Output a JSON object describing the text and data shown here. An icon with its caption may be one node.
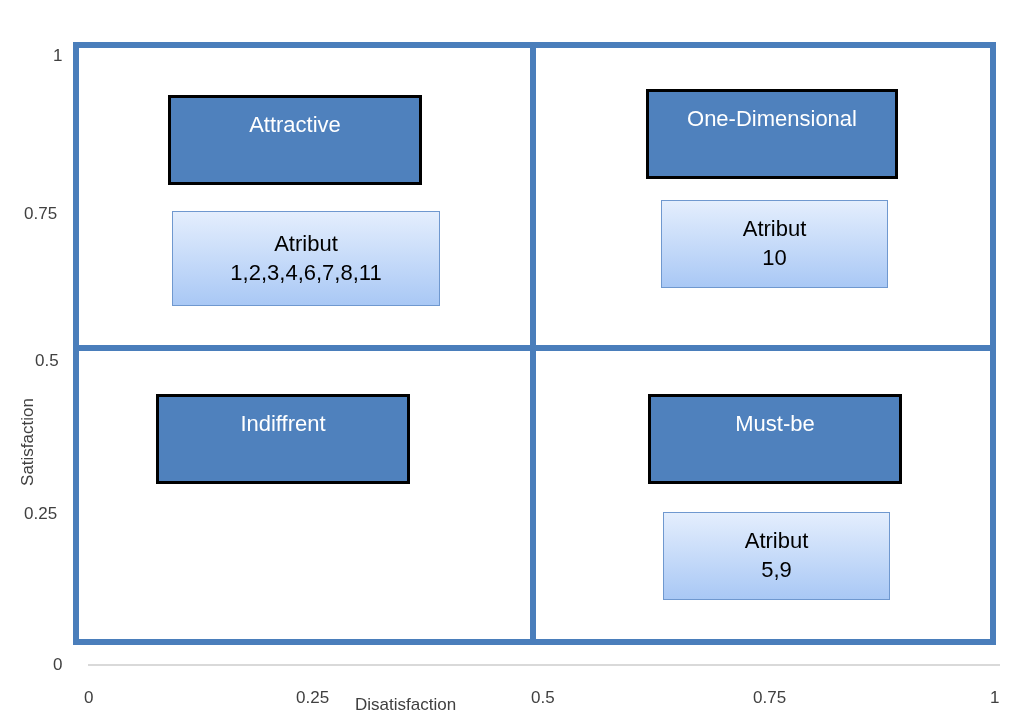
{
  "diagram": {
    "nodes": [
      {
        "text": [
          "Attractive"
        ]
      },
      {
        "text": [
          "Atribut 1,2,3,4,6,7,8,11"
        ]
      },
      {
        "text": [
          "One-Dimensional"
        ]
      },
      {
        "text": [
          "Atribut 10"
        ]
      },
      {
        "text": [
          "Indiffrent"
        ]
      },
      {
        "text": [
          "Must-be"
        ]
      },
      {
        "text": [
          "Atribut 5,9"
        ]
      }
    ],
    "labels": [
      "1",
      "0.75",
      "0.5",
      "Satisfaction",
      "0.25",
      "0",
      "0",
      "0.25",
      "Disatisfaction",
      "0.5",
      "0.75",
      "1"
    ]
  }
}
